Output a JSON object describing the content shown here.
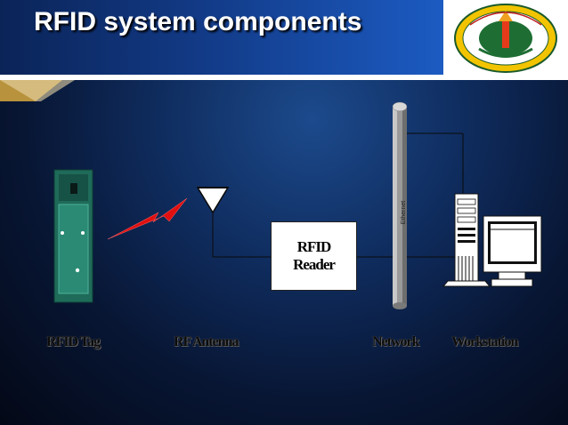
{
  "header": {
    "title": "RFID system components"
  },
  "diagram": {
    "tag_label": "RFID Tag",
    "antenna_label": "RF  Antenna",
    "reader_lines": [
      "RFID",
      "Reader"
    ],
    "network_label": "Network",
    "workstation_label": "Workstation",
    "ethernet_label": "Ethernet"
  },
  "colors": {
    "header_blue": "#123a86",
    "background_navy": "#0f2c5e",
    "lightning_red": "#e01010",
    "tag_green": "#1f6b5a",
    "label_text": "#0b0b0b"
  },
  "icons": [
    "crest-logo",
    "rfid-tag",
    "lightning-bolt",
    "antenna",
    "network-pipe",
    "workstation-computer"
  ]
}
